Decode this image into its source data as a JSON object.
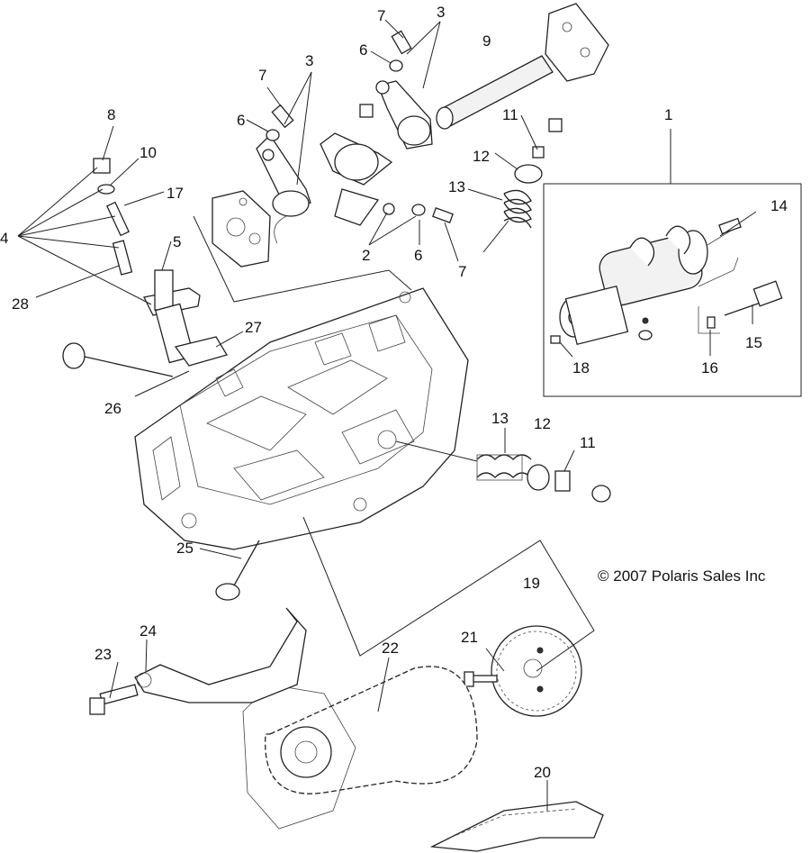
{
  "copyright": "© 2007 Polaris Sales Inc",
  "callouts": [
    "1",
    "2",
    "3",
    "4",
    "5",
    "6",
    "7",
    "8",
    "9",
    "10",
    "11",
    "12",
    "13",
    "14",
    "15",
    "16",
    "17",
    "18",
    "19",
    "20",
    "21",
    "22",
    "23",
    "24",
    "25",
    "26",
    "27",
    "28"
  ],
  "labels": {
    "l7a": "7",
    "l3a": "3",
    "l6a": "6",
    "l9": "9",
    "l7b": "7",
    "l3b": "3",
    "l6b": "6",
    "l8": "8",
    "l10": "10",
    "l17": "17",
    "l4": "4",
    "l5": "5",
    "l28": "28",
    "l11a": "11",
    "l12a": "12",
    "l13a": "13",
    "l2": "2",
    "l6c": "6",
    "l7c": "7",
    "l1": "1",
    "l14": "14",
    "l15": "15",
    "l16": "16",
    "l18": "18",
    "l27": "27",
    "l26": "26",
    "l13b": "13",
    "l12b": "12",
    "l11b": "11",
    "l25": "25",
    "l19": "19",
    "l21": "21",
    "l22": "22",
    "l23": "23",
    "l24": "24",
    "l20": "20"
  }
}
